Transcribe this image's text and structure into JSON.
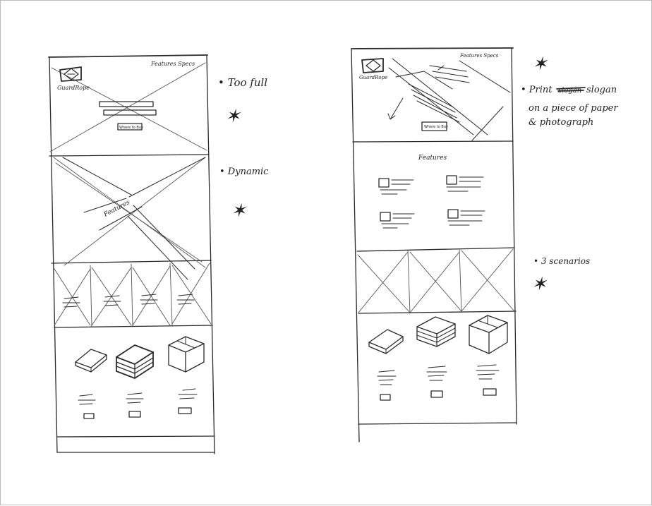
{
  "left_sketch": {
    "logo_text": "GuardRope",
    "nav": "Features   Specs",
    "cta": "Where to Buy",
    "features_label": "Features"
  },
  "right_sketch": {
    "logo_text": "GuardRope",
    "nav": "Features Specs",
    "cta": "Where to Buy",
    "features_label": "Features"
  },
  "notes": {
    "too_full": "• Too full",
    "dynamic": "• Dynamic",
    "print_prefix": "• Print",
    "print_struck": "slogan",
    "print_line1_rest": "slogan",
    "print_line2": "on a piece of paper",
    "print_line3": "& photograph",
    "scenarios": "• 3 scenarios",
    "star": "✶"
  }
}
